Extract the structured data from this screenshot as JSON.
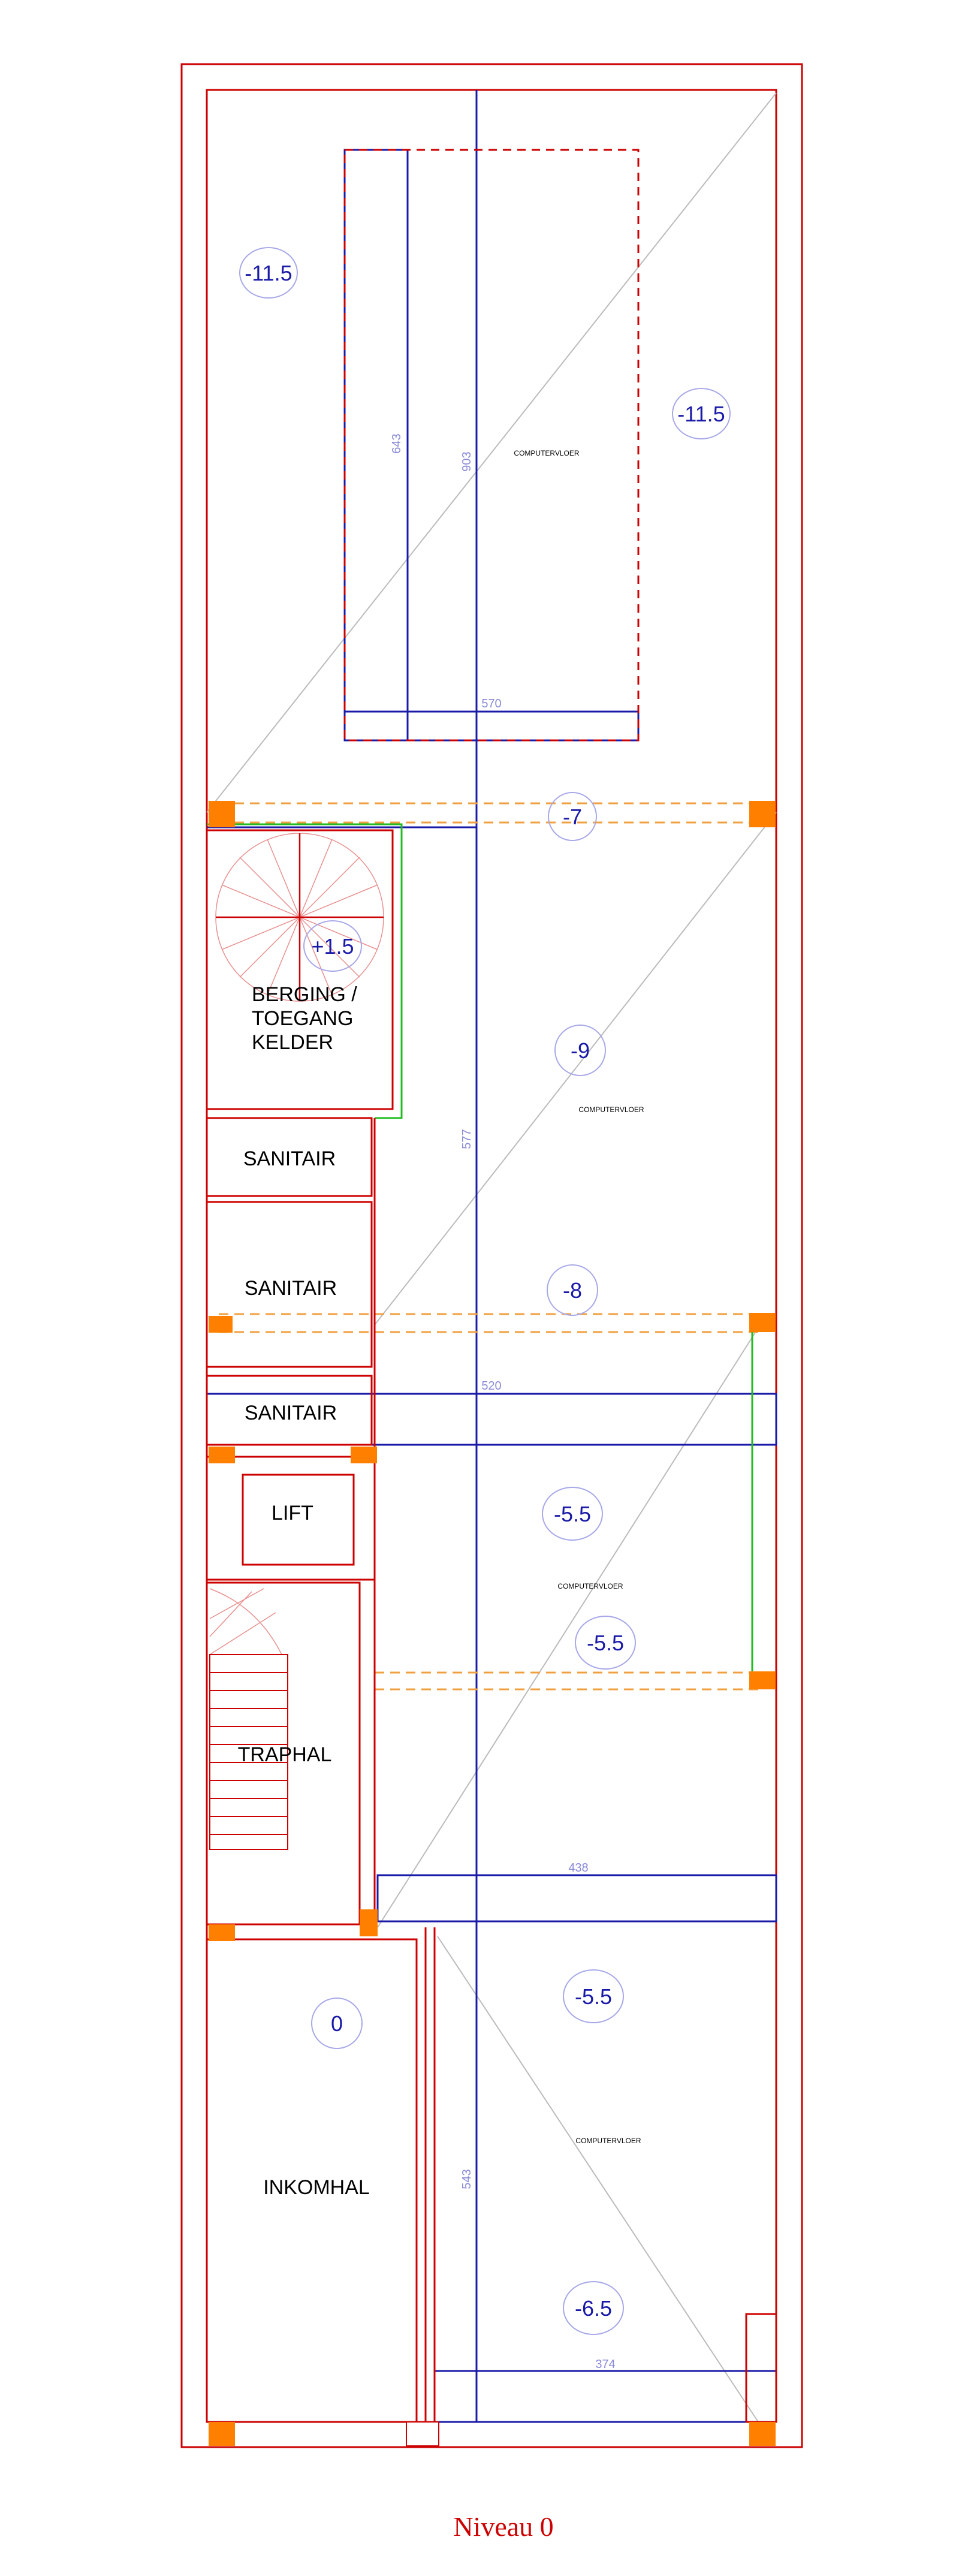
{
  "plan": {
    "caption": "Niveau 0",
    "rooms": {
      "berging_1": "BERGING /",
      "berging_2": "TOEGANG",
      "berging_3": "KELDER",
      "sanitair_1": "SANITAIR",
      "sanitair_2": "SANITAIR",
      "sanitair_3": "SANITAIR",
      "lift": "LIFT",
      "traphal": "TRAPHAL",
      "inkomhal": "INKOMHAL"
    },
    "levels": {
      "top_left": "-11.5",
      "top_right": "-11.5",
      "beam_top": "-7",
      "stair": "+1.5",
      "mid": "-9",
      "beam_mid": "-8",
      "lower_1": "-5.5",
      "lower_2": "-5.5",
      "entry": "0",
      "front_1": "-5.5",
      "front_2": "-6.5"
    },
    "dimensions": {
      "d_643": "643",
      "d_903": "903",
      "d_570": "570",
      "d_577": "577",
      "d_520": "520",
      "d_438": "438",
      "d_543": "543",
      "d_374": "374"
    },
    "notes": {
      "cv_1": "COMPUTERVLOER",
      "cv_2": "COMPUTERVLOER",
      "cv_3": "COMPUTERVLOER",
      "cv_4": "COMPUTERVLOER"
    },
    "colors": {
      "wall": "#cc0000",
      "blue_line": "#1a1aa8",
      "green_line": "#22bb22",
      "beam": "#f0a040",
      "column": "#ff8000",
      "guide": "#bbbbbb"
    }
  }
}
